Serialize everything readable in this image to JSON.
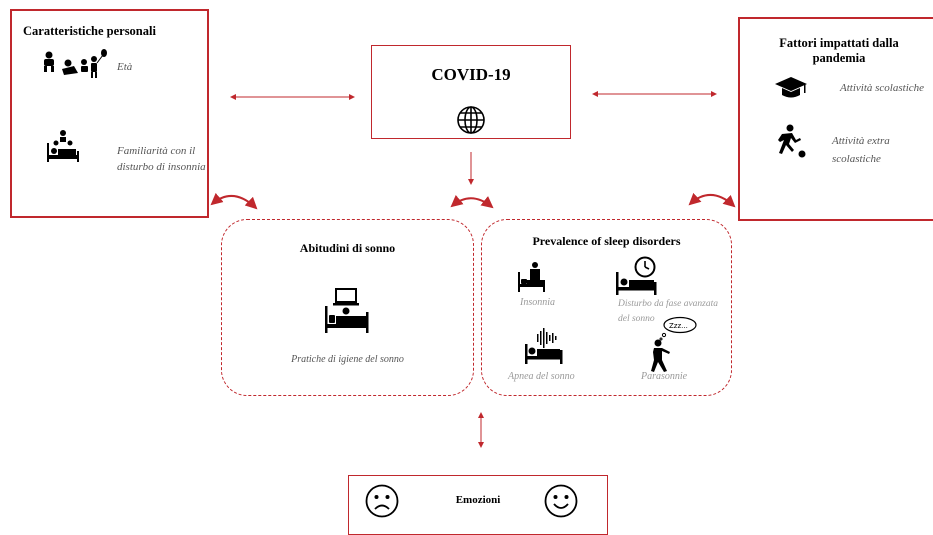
{
  "left_box": {
    "title": "Caratteristiche personali",
    "items": [
      {
        "label": "Età",
        "icon": "baby-child-icons"
      },
      {
        "label": "Familiarità con il disturbo di insonnia",
        "icon": "family-bed-icon"
      }
    ]
  },
  "covid_box": {
    "title": "COVID-19",
    "icon": "globe-icon"
  },
  "right_box": {
    "title": "Fattori impattati dalla pandemia",
    "items": [
      {
        "label": "Attività scolastiche",
        "icon": "graduation-cap-icon"
      },
      {
        "label": "Attività extra scolastiche",
        "icon": "soccer-player-icon"
      }
    ]
  },
  "sleep_habits": {
    "title": "Abitudini di sonno",
    "item": {
      "label": "Pratiche di igiene del sonno",
      "icon": "bed-laptop-icon"
    }
  },
  "sleep_disorders": {
    "title": "Prevalence of sleep disorders",
    "items": [
      {
        "label": "Insonnia",
        "icon": "person-standing-bed-icon"
      },
      {
        "label": "Disturbo da fase avanzata del sonno",
        "icon": "clock-bed-icon"
      },
      {
        "label": "Apnea del sonno",
        "icon": "sound-wave-bed-icon"
      },
      {
        "label": "Parasonnie",
        "icon": "sleepwalker-icon"
      }
    ],
    "bubble_text": "Zzz..."
  },
  "emotions_box": {
    "title": "Emozioni",
    "icons": [
      "sad-face-icon",
      "happy-face-icon"
    ]
  },
  "colors": {
    "accent": "#c0282d",
    "muted_text": "#9a9a9a"
  }
}
